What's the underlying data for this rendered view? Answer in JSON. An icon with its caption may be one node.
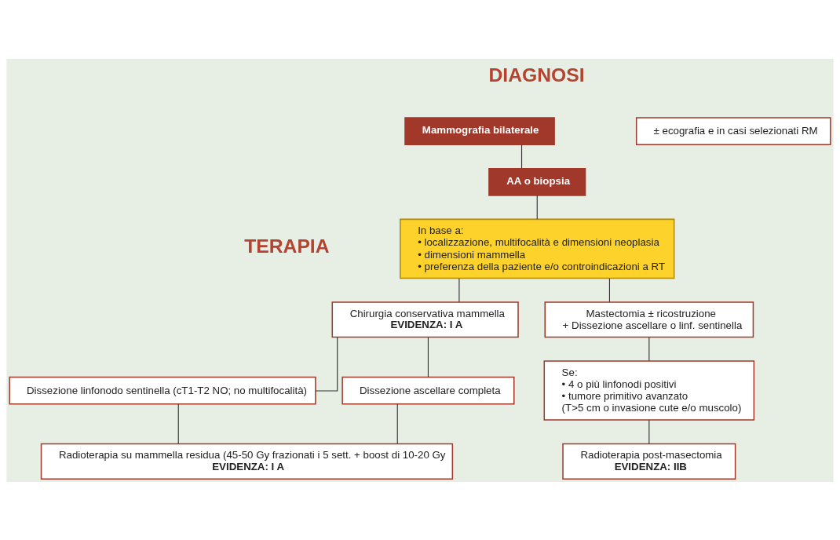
{
  "diagram": {
    "nodes": [
      {
        "text": [
          "Mammografia bilaterale"
        ]
      },
      {
        "text": [
          "± ecografia e in casi selezionati RM"
        ]
      },
      {
        "text": [
          "AA o biopsia"
        ]
      },
      {
        "text": [
          "In base a:",
          "• localizzazione, multifocalità e dimensioni neoplasia",
          "• dimensioni mammella",
          "• preferenza della paziente e/o controindicazioni a RT"
        ]
      },
      {
        "text": [
          "Chirurgia conservativa mammella",
          "EVIDENZA: I A"
        ]
      },
      {
        "text": [
          "Mastectomia ± ricostruzione",
          "+ Dissezione ascellare o linf. sentinella"
        ]
      },
      {
        "text": [
          "Dissezione linfonodo sentinella (cT1-T2 NO; no multifocalità)"
        ]
      },
      {
        "text": [
          "Dissezione ascellare completa"
        ]
      },
      {
        "text": [
          "Radioterapia su mammella residua (45-50 Gy frazionati i 5 sett. + boost di 10-20 Gy",
          "EVIDENZA: I A"
        ]
      },
      {
        "text": [
          "Se:",
          "• 4 o più linfonodi positivi",
          "• tumore primitivo avanzato",
          "(T>5 cm o invasione cute e/o muscolo)"
        ]
      },
      {
        "text": [
          "Radioterapia post-masectomia",
          "EVIDENZA: IIB"
        ]
      }
    ],
    "edges": [
      {
        "from": 0,
        "to": 2,
        "arrow": "none"
      },
      {
        "from": 2,
        "to": 3,
        "arrow": "none"
      },
      {
        "from": 3,
        "to": 4,
        "arrow": "none"
      },
      {
        "from": 3,
        "to": 5,
        "arrow": "none"
      },
      {
        "from": 4,
        "to": 6,
        "arrow": "none"
      },
      {
        "from": 4,
        "to": 7,
        "arrow": "none"
      },
      {
        "from": 6,
        "to": 8,
        "arrow": "none"
      },
      {
        "from": 7,
        "to": 8,
        "arrow": "none"
      },
      {
        "from": 5,
        "to": 9,
        "arrow": "none"
      },
      {
        "from": 9,
        "to": 10,
        "arrow": "none"
      }
    ],
    "labels": [
      "DIAGNOSI",
      "TERAPIA"
    ]
  }
}
